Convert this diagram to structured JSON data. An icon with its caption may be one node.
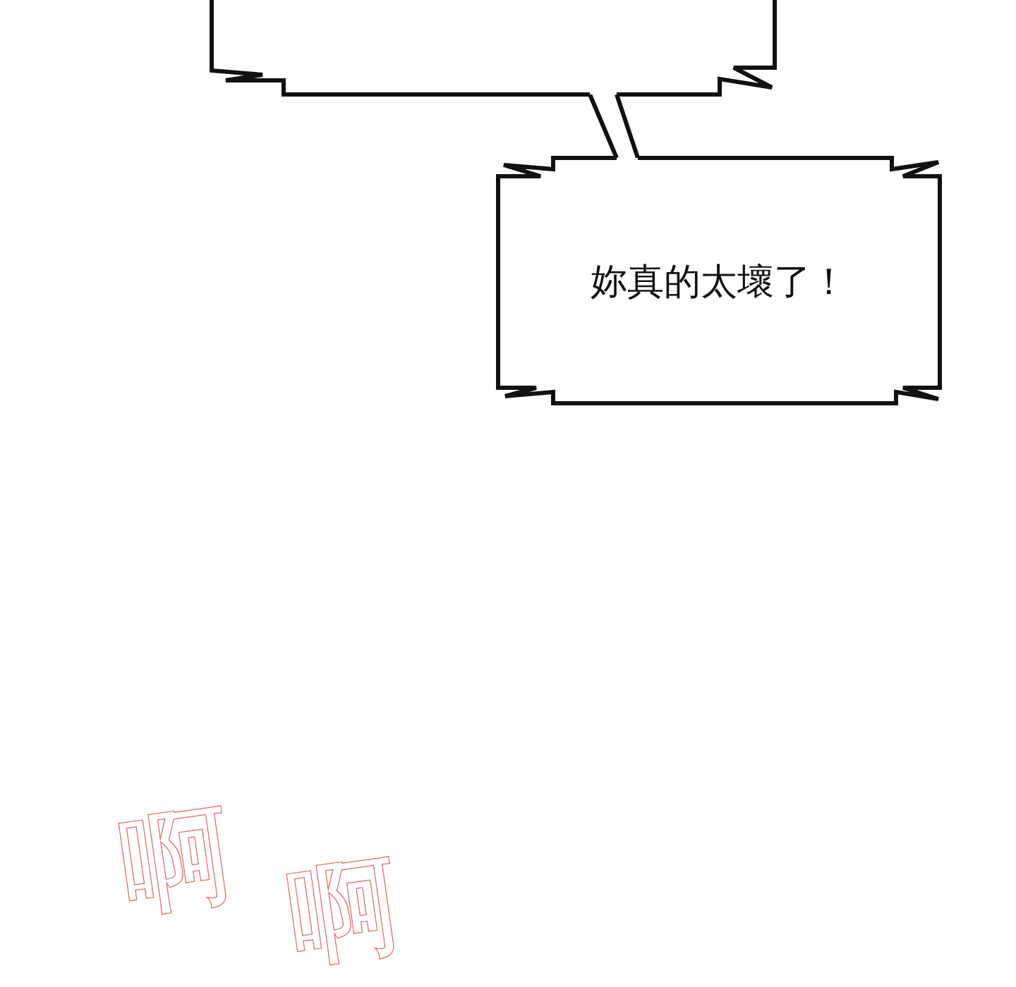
{
  "diagram": {
    "nodes": [
      {
        "text": [],
        "shape": "box"
      },
      {
        "text": [
          "妳真的太壞了！"
        ]
      }
    ],
    "edges": [
      {
        "from": 0,
        "to": 1,
        "arrow": "none"
      }
    ],
    "labels": [
      "啊",
      "啊"
    ]
  }
}
